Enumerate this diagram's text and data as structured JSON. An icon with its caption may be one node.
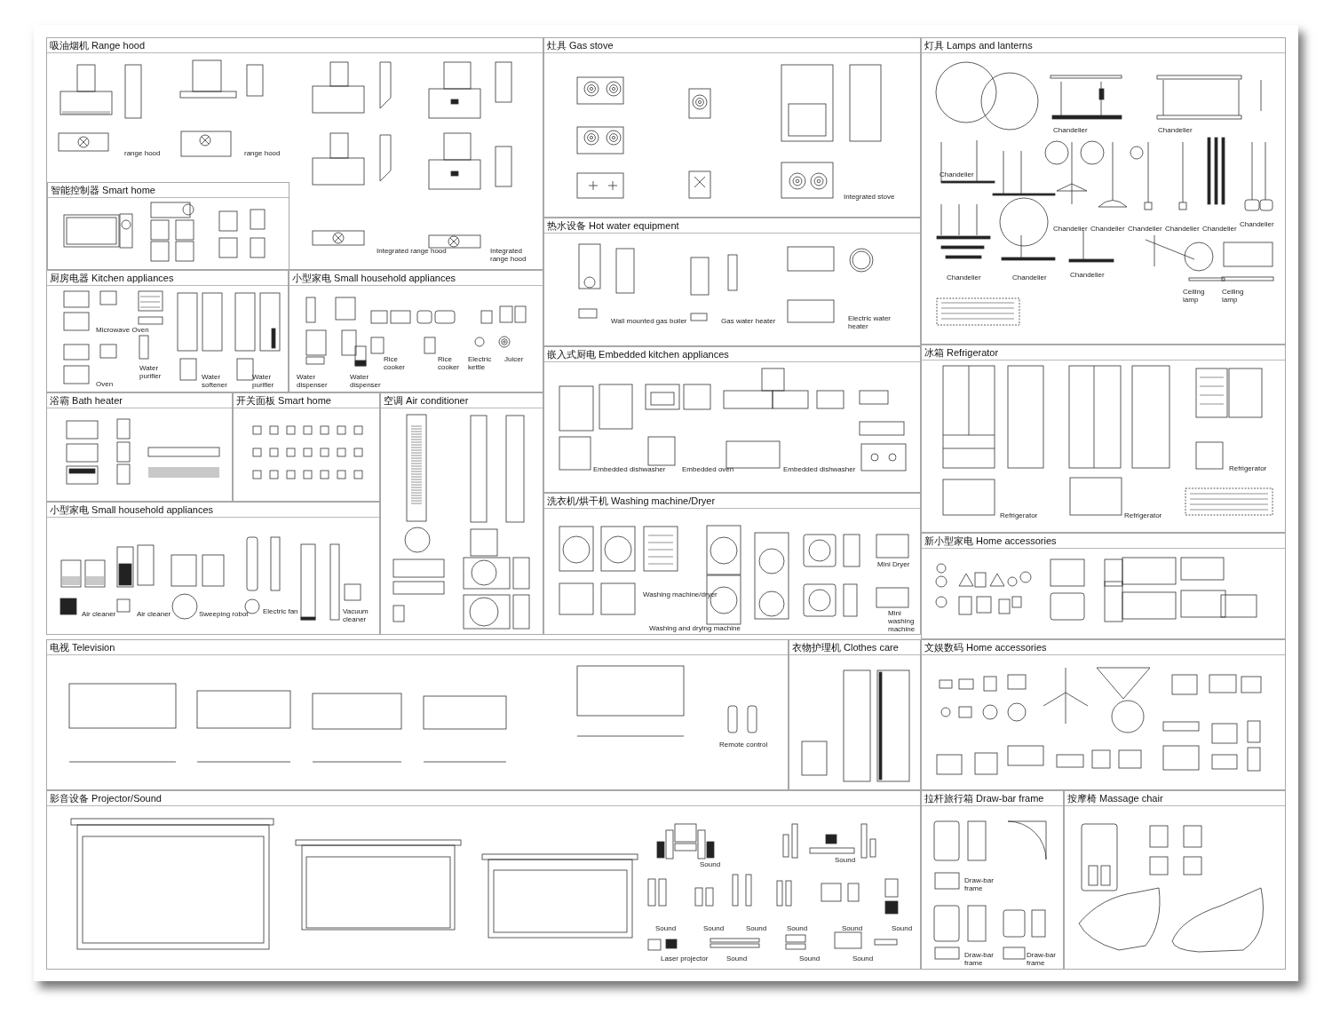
{
  "diagram": {
    "nodes": [
      {
        "text": [
          "吸油烟机 Range hood"
        ]
      },
      {
        "text": [
          "智能控制器 Smart home"
        ],
        "in": 0
      },
      {
        "text": [
          "厨房电器 Kitchen appliances"
        ]
      },
      {
        "text": [
          "小型家电 Small household appliances"
        ]
      },
      {
        "text": [
          "浴霸 Bath heater"
        ]
      },
      {
        "text": [
          "开关面板 Smart home"
        ]
      },
      {
        "text": [
          "空调 Air conditioner"
        ]
      },
      {
        "text": [
          "小型家电 Small household appliances"
        ]
      },
      {
        "text": [
          "电视 Television"
        ]
      },
      {
        "text": [
          "影音设备 Projector/Sound"
        ]
      },
      {
        "text": [
          "灶具 Gas stove"
        ]
      },
      {
        "text": [
          "热水设备 Hot water equipment"
        ]
      },
      {
        "text": [
          "嵌入式厨电 Embedded kitchen appliances"
        ]
      },
      {
        "text": [
          "洗衣机/烘干机 Washing machine/Dryer"
        ]
      },
      {
        "text": [
          "衣物护理机 Clothes care"
        ]
      },
      {
        "text": [
          "灯具 Lamps and lanterns"
        ]
      },
      {
        "text": [
          "冰箱 Refrigerator"
        ]
      },
      {
        "text": [
          "新小型家电 Home accessories"
        ]
      },
      {
        "text": [
          "文娱数码 Home accessories"
        ]
      },
      {
        "text": [
          "拉杆旅行箱 Draw-bar frame"
        ]
      },
      {
        "text": [
          "按摩椅 Massage chair"
        ]
      }
    ],
    "labels": [
      "range hood",
      "range hood",
      "Integrated range hood",
      "Integrated range hood",
      "Microwave Oven",
      "Water purifier",
      "Water softener",
      "Water purifier",
      "Oven",
      "Rice cooker",
      "Rice cooker",
      "Electric kettle",
      "Juicer",
      "Water dispenser",
      "Water dispenser",
      "Integrated stove",
      "Chandelier",
      "Chandelier",
      "Chandelier",
      "Chandelier",
      "Chandelier",
      "Chandelier",
      "Chandelier",
      "Chandelier",
      "Chandelier",
      "Chandelier",
      "Chandelier",
      "Chandelier",
      "Ceiling lamp",
      "Ceiling lamp",
      "Wall mounted gas boiler",
      "Gas water heater",
      "Electric water heater",
      "Embedded dishwasher",
      "Embedded oven",
      "Embedded dishwasher",
      "Refrigerator",
      "Refrigerator",
      "Refrigerator",
      "Mini Dryer",
      "Washing machine/dryer",
      "Mini washing machine",
      "Washing and drying machine",
      "Air cleaner",
      "Air cleaner",
      "Sweeping robot",
      "Electric fan",
      "Vacuum cleaner",
      "Remote control",
      "Sound",
      "Sound",
      "Sound",
      "Sound",
      "Sound",
      "Sound",
      "Sound",
      "Sound",
      "Laser projector",
      "Sound",
      "Sound",
      "Sound",
      "Draw-bar frame",
      "Draw-bar frame",
      "Draw-bar frame"
    ]
  }
}
